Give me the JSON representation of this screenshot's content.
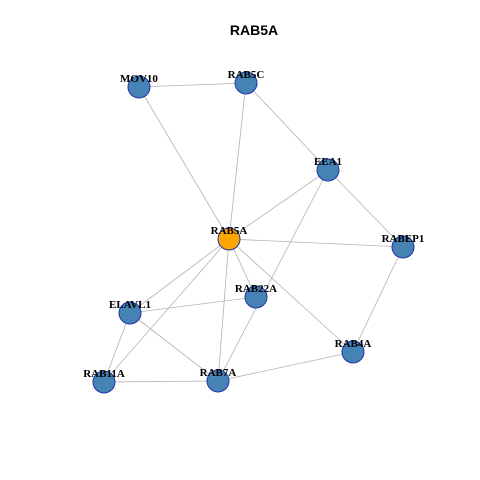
{
  "title": "RAB5A",
  "colors": {
    "node": "#4682B4",
    "center_node": "#FFA500",
    "node_border": "#2233AA",
    "edge": "#B3B3B3"
  },
  "nodes": [
    {
      "id": "MOV10",
      "label": "MOV10",
      "center": false
    },
    {
      "id": "RAB5C",
      "label": "RAB5C",
      "center": false
    },
    {
      "id": "EEA1",
      "label": "EEA1",
      "center": false
    },
    {
      "id": "RAB5A",
      "label": "RAB5A",
      "center": true
    },
    {
      "id": "RABEP1",
      "label": "RABEP1",
      "center": false
    },
    {
      "id": "RAB22A",
      "label": "RAB22A",
      "center": false
    },
    {
      "id": "ELAVL1",
      "label": "ELAVL1",
      "center": false
    },
    {
      "id": "RAB4A",
      "label": "RAB4A",
      "center": false
    },
    {
      "id": "RAB11A",
      "label": "RAB11A",
      "center": false
    },
    {
      "id": "RAB7A",
      "label": "RAB7A",
      "center": false
    }
  ],
  "edges": [
    [
      "MOV10",
      "RAB5C"
    ],
    [
      "MOV10",
      "RAB5A"
    ],
    [
      "RAB5C",
      "RAB5A"
    ],
    [
      "RAB5C",
      "EEA1"
    ],
    [
      "EEA1",
      "RAB5A"
    ],
    [
      "EEA1",
      "RABEP1"
    ],
    [
      "EEA1",
      "RAB7A"
    ],
    [
      "RAB5A",
      "RABEP1"
    ],
    [
      "RAB5A",
      "RAB22A"
    ],
    [
      "RAB5A",
      "ELAVL1"
    ],
    [
      "RAB5A",
      "RAB4A"
    ],
    [
      "RAB5A",
      "RAB7A"
    ],
    [
      "RAB5A",
      "RAB11A"
    ],
    [
      "RABEP1",
      "RAB4A"
    ],
    [
      "ELAVL1",
      "RAB22A"
    ],
    [
      "ELAVL1",
      "RAB11A"
    ],
    [
      "ELAVL1",
      "RAB7A"
    ],
    [
      "RAB11A",
      "RAB7A"
    ],
    [
      "RAB7A",
      "RAB4A"
    ]
  ]
}
